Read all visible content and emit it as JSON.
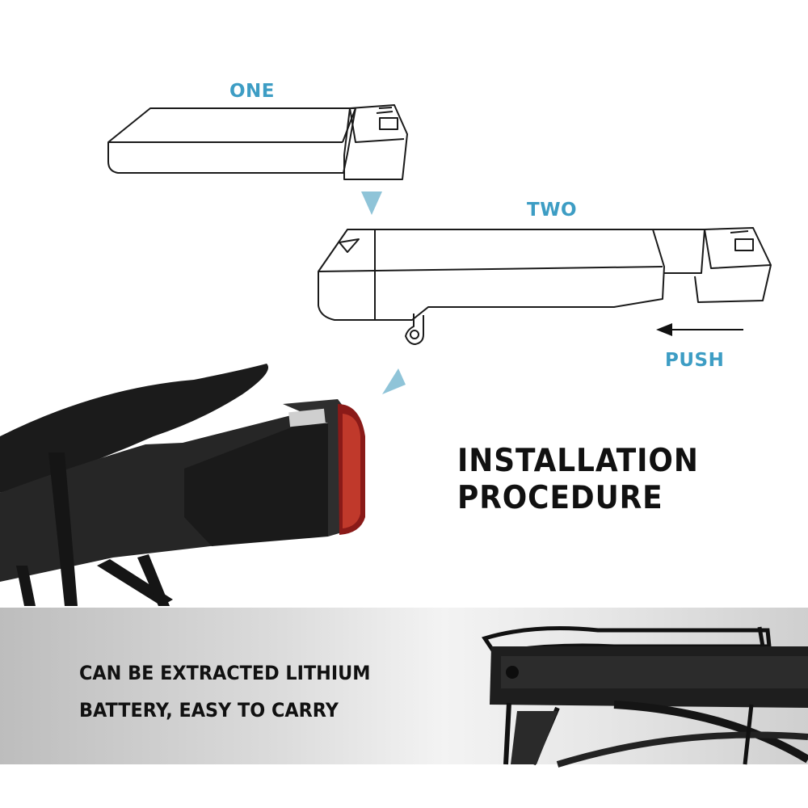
{
  "steps": {
    "one": "ONE",
    "two": "TWO",
    "push": "PUSH"
  },
  "title": {
    "line1": "INSTALLATION",
    "line2": "PROCEDURE"
  },
  "caption": {
    "line1": "CAN BE EXTRACTED LITHIUM",
    "line2": "BATTERY, EASY TO CARRY"
  },
  "colors": {
    "accent": "#3d9dc4",
    "arrow": "#8fc4d8",
    "ink": "#111111"
  },
  "icons": {
    "down_arrow": "triangle-down-icon",
    "diagonal_arrow": "triangle-diagonal-icon",
    "push_arrow": "arrow-left-icon"
  }
}
